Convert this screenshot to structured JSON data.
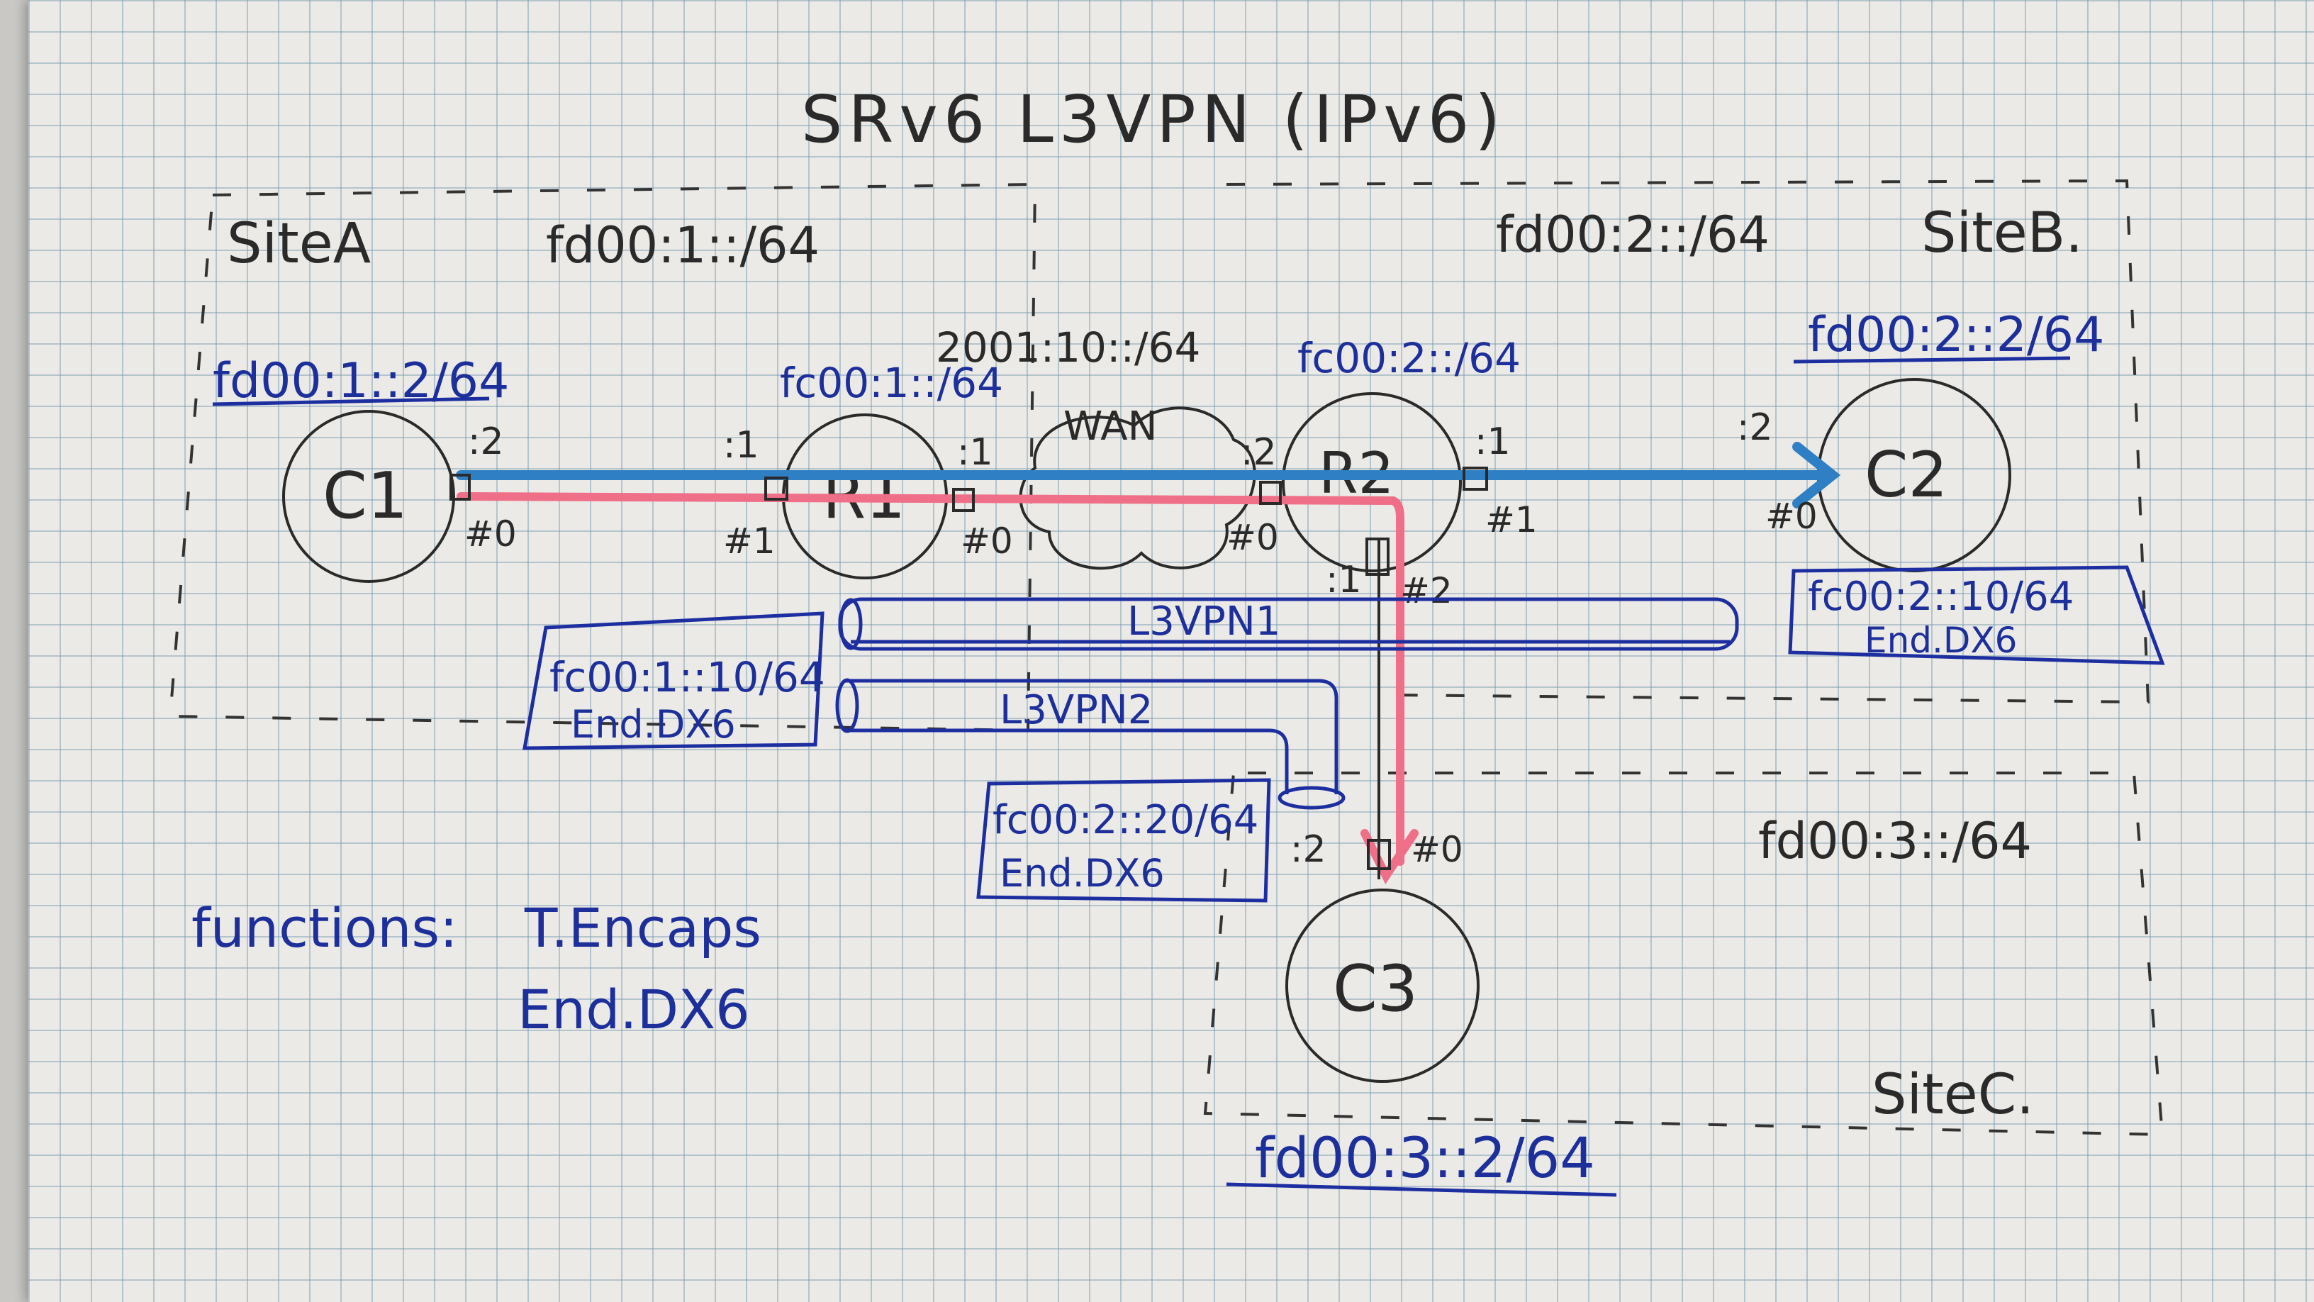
{
  "title": "SRv6 L3VPN (IPv6)",
  "sites": {
    "a": {
      "label": "SiteA",
      "prefix": "fd00:1::/64"
    },
    "b": {
      "label": "SiteB.",
      "prefix": "fd00:2::/64"
    },
    "c": {
      "label": "SiteC.",
      "prefix": "fd00:3::/64"
    }
  },
  "nodes": {
    "c1": {
      "label": "C1",
      "address": "fd00:1::2/64"
    },
    "r1": {
      "label": "R1",
      "locator": "fc00:1::/64"
    },
    "wan": {
      "label": "WAN",
      "prefix": "2001:10::/64"
    },
    "r2": {
      "label": "R2",
      "locator": "fc00:2::/64"
    },
    "c2": {
      "label": "C2",
      "address": "fd00:2::2/64"
    },
    "c3": {
      "label": "C3",
      "address": "fd00:3::2/64"
    }
  },
  "ports": {
    "c1_addr": ":2",
    "c1_if": "#0",
    "r1_left_addr": ":1",
    "r1_left_if": "#1",
    "r1_right_addr": ":1",
    "r1_right_if": "#0",
    "r2_left_addr": ":2",
    "r2_left_if": "#0",
    "r2_right_addr": ":1",
    "r2_right_if": "#1",
    "r2_down_addr": ":1",
    "r2_down_if": "#2",
    "c2_addr": ":2",
    "c2_if": "#0",
    "c3_addr": ":2",
    "c3_if": "#0"
  },
  "sids": {
    "r1": {
      "sid": "fc00:1::10/64",
      "behavior": "End.DX6"
    },
    "r2_c2": {
      "sid": "fc00:2::10/64",
      "behavior": "End.DX6"
    },
    "r2_c3": {
      "sid": "fc00:2::20/64",
      "behavior": "End.DX6"
    }
  },
  "tunnels": [
    "L3VPN1",
    "L3VPN2"
  ],
  "functions": {
    "label": "functions:",
    "items": [
      "T.Encaps",
      "End.DX6"
    ]
  },
  "colors": {
    "pen_black": "#2a2a2a",
    "pen_blue": "#1c2f9a",
    "highlight_blue": "#2f7fc4",
    "highlight_red": "#ef6f88",
    "paper": "#eceae6"
  }
}
